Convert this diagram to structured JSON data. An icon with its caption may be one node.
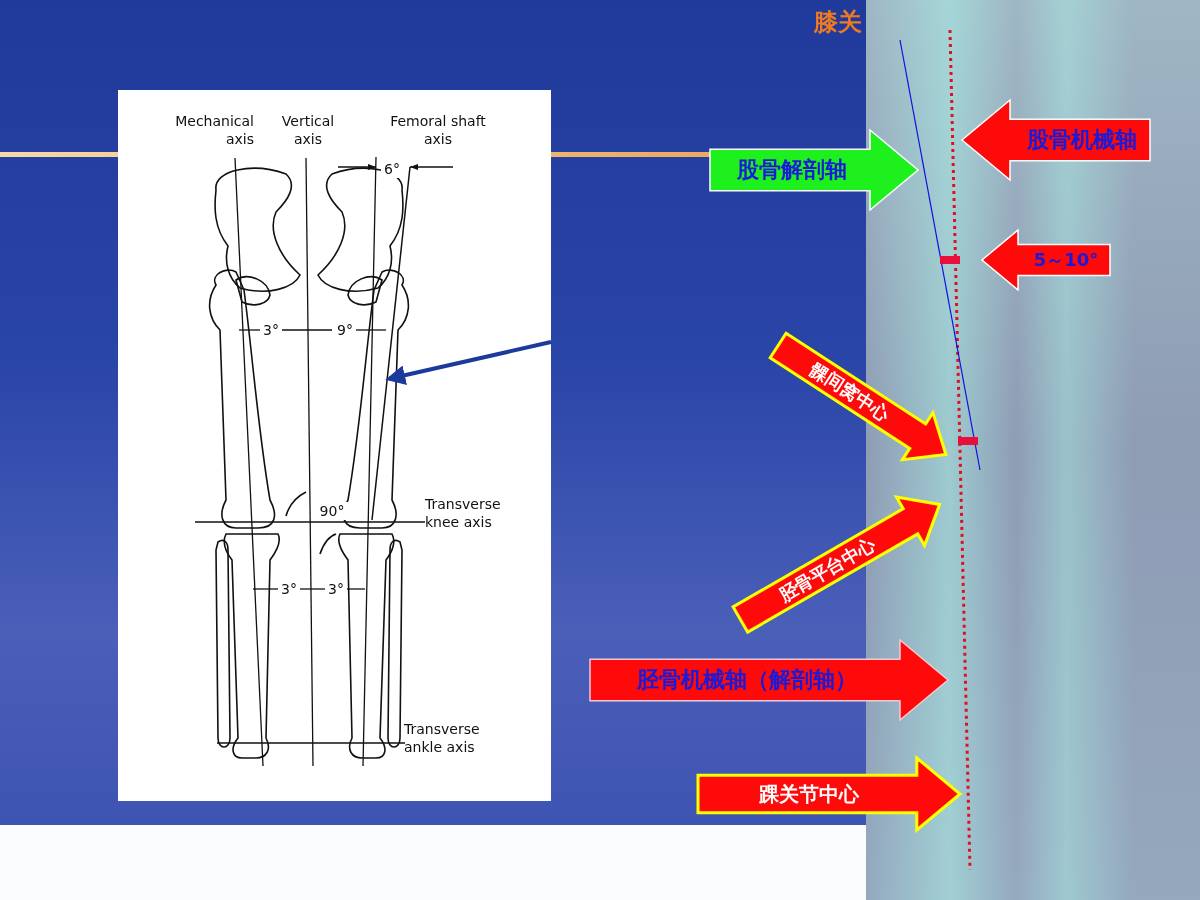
{
  "diagram": {
    "title": "膝关",
    "nodes": [
      {
        "text": [],
        "shape": "picture"
      },
      {
        "text": [],
        "shape": "line",
        "in": 0
      },
      {
        "text": [
          "股骨机械轴"
        ]
      },
      {
        "text": [
          "股骨解剖轴"
        ]
      },
      {
        "text": [
          "5～10°"
        ]
      },
      {
        "text": [
          "髁间窝中心"
        ]
      },
      {
        "text": [
          "胫骨平台中心"
        ]
      },
      {
        "text": [
          "胫骨机械轴（解剖轴）"
        ]
      },
      {
        "text": [
          "踝关节中心"
        ]
      }
    ],
    "edges": [
      {
        "from": null,
        "to": 1,
        "arrow": "to"
      }
    ],
    "labels": [
      "Mechanical axis",
      "Vertical axis",
      "Femoral shaft axis",
      "6°",
      "3°",
      "9°",
      "90°",
      "Transverse knee axis",
      "3°",
      "3°",
      "Transverse ankle axis"
    ]
  }
}
